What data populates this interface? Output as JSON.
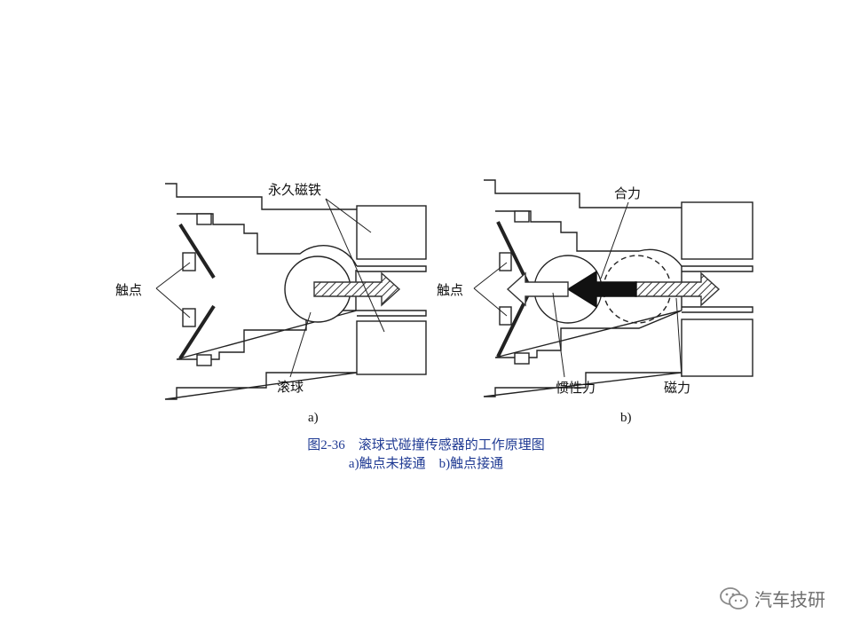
{
  "figure": {
    "panel_a": {
      "sublabel": "a)",
      "labels": {
        "magnet": "永久磁铁",
        "contacts": "触点",
        "ball": "滚球"
      }
    },
    "panel_b": {
      "sublabel": "b)",
      "labels": {
        "resultant": "合力",
        "contacts": "触点",
        "inertia": "惯性力",
        "magnetic": "磁力"
      }
    },
    "caption": {
      "number": "图2-36",
      "title": "滚球式碰撞传感器的工作原理图",
      "line2_a": "a)触点未接通",
      "line2_b": "b)触点接通"
    }
  },
  "watermark": {
    "text": "汽车技研",
    "icon": "wechat-icon"
  }
}
